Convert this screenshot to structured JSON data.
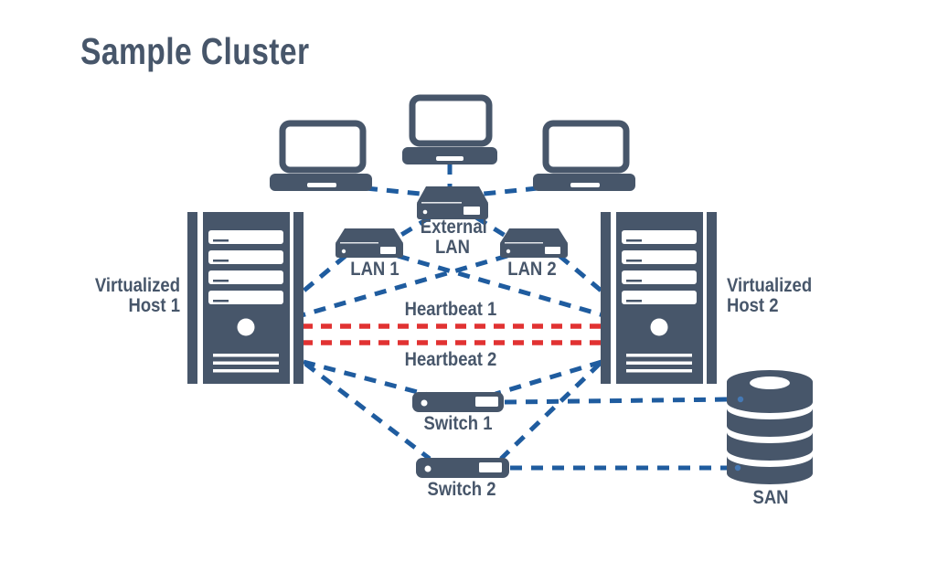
{
  "title": "Sample Cluster",
  "colors": {
    "slate": "#47566A",
    "link_blue": "#1F5C9F",
    "heartbeat_red": "#E13232",
    "background": "#FFFFFF"
  },
  "nodes": {
    "laptop_left": {
      "type": "laptop"
    },
    "laptop_center": {
      "type": "laptop"
    },
    "laptop_right": {
      "type": "laptop"
    },
    "external_lan": {
      "type": "network-device",
      "label": "External LAN"
    },
    "lan1": {
      "type": "network-device",
      "label": "LAN 1"
    },
    "lan2": {
      "type": "network-device",
      "label": "LAN 2"
    },
    "host1": {
      "type": "server-tower",
      "label": "Virtualized Host 1"
    },
    "host2": {
      "type": "server-tower",
      "label": "Virtualized Host 2"
    },
    "switch1": {
      "type": "rack-switch",
      "label": "Switch 1"
    },
    "switch2": {
      "type": "rack-switch",
      "label": "Switch 2"
    },
    "san": {
      "type": "storage-array",
      "label": "SAN"
    }
  },
  "links": {
    "heartbeat1": {
      "label": "Heartbeat 1",
      "style": "red-dashed",
      "from": "host1",
      "to": "host2"
    },
    "heartbeat2": {
      "label": "Heartbeat 2",
      "style": "red-dashed",
      "from": "host1",
      "to": "host2"
    },
    "blue_dashed": [
      {
        "from": "laptop_left",
        "to": "external_lan"
      },
      {
        "from": "laptop_center",
        "to": "external_lan"
      },
      {
        "from": "laptop_right",
        "to": "external_lan"
      },
      {
        "from": "external_lan",
        "to": "lan1"
      },
      {
        "from": "external_lan",
        "to": "lan2"
      },
      {
        "from": "lan1",
        "to": "host1"
      },
      {
        "from": "lan1",
        "to": "host2"
      },
      {
        "from": "lan2",
        "to": "host1"
      },
      {
        "from": "lan2",
        "to": "host2"
      },
      {
        "from": "host1",
        "to": "switch1"
      },
      {
        "from": "host1",
        "to": "switch2"
      },
      {
        "from": "host2",
        "to": "switch1"
      },
      {
        "from": "host2",
        "to": "switch2"
      },
      {
        "from": "switch1",
        "to": "san"
      },
      {
        "from": "switch2",
        "to": "san"
      }
    ]
  }
}
